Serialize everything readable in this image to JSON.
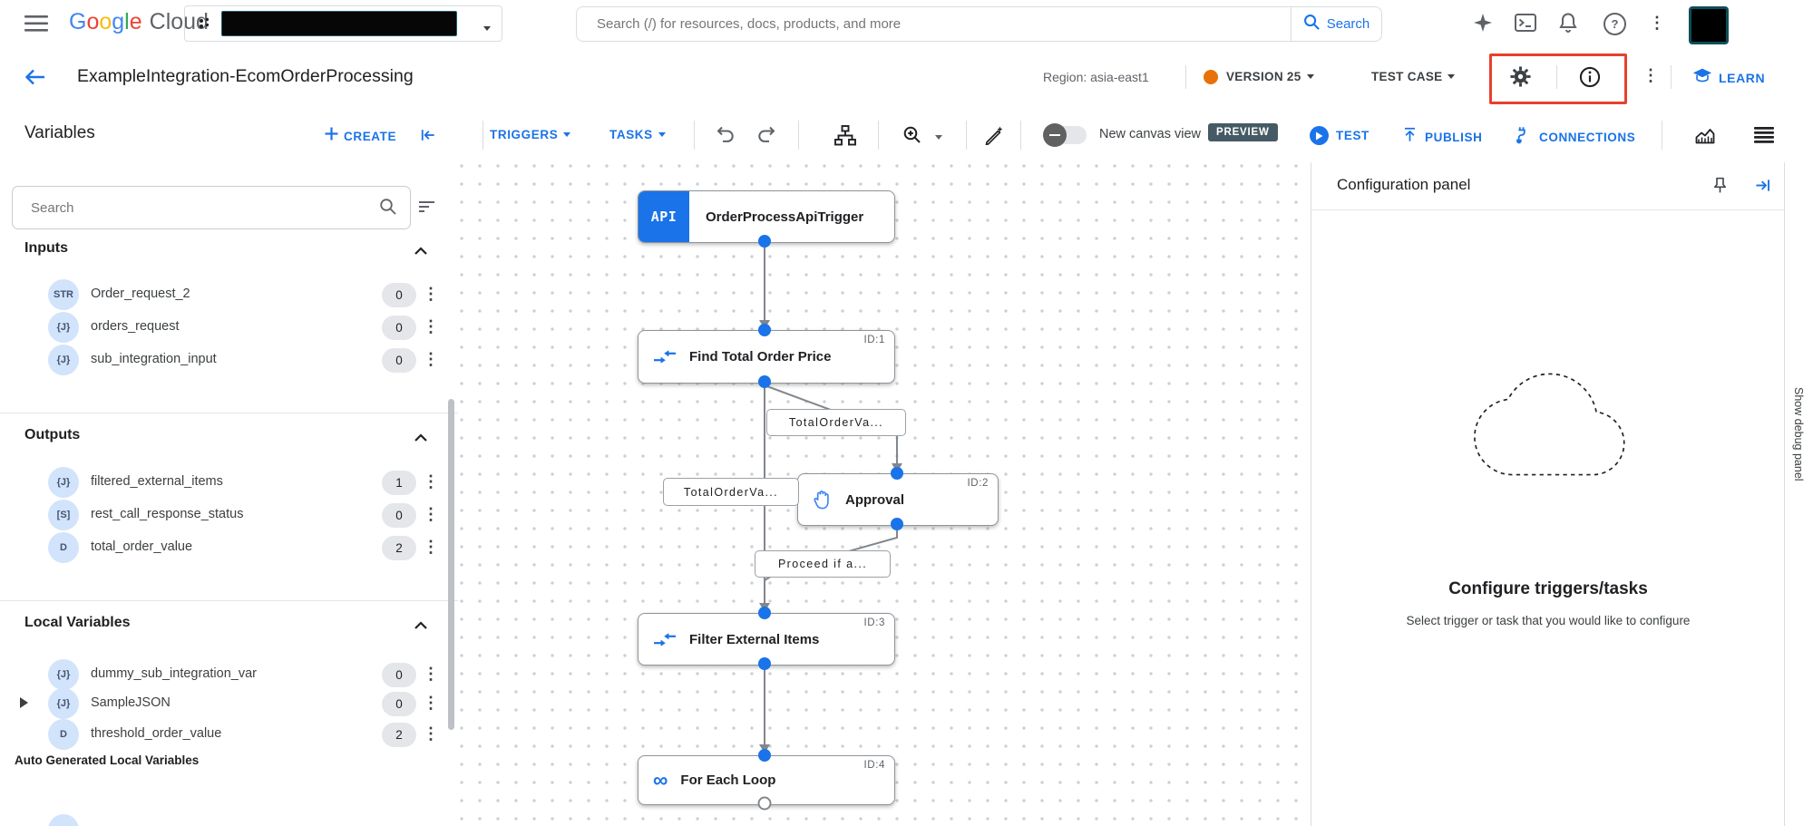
{
  "topbar": {
    "logo_letters": [
      "G",
      "o",
      "o",
      "g",
      "l",
      "e"
    ],
    "logo_cloud": "Cloud",
    "search_placeholder": "Search (/) for resources, docs, products, and more",
    "search_button": "Search"
  },
  "header": {
    "title": "ExampleIntegration-EcomOrderProcessing",
    "region": "Region: asia-east1",
    "version_label": "VERSION 25",
    "test_case_label": "TEST CASE",
    "learn_label": "LEARN"
  },
  "toolbar": {
    "panel_title": "Variables",
    "create_label": "CREATE",
    "triggers_label": "TRIGGERS",
    "tasks_label": "TASKS",
    "canvas_toggle_label": "New canvas view",
    "preview_badge": "PREVIEW",
    "test_label": "TEST",
    "publish_label": "PUBLISH",
    "connections_label": "CONNECTIONS"
  },
  "sidebar": {
    "search_placeholder": "Search",
    "sections": [
      {
        "title": "Inputs",
        "items": [
          {
            "type": "STR",
            "name": "Order_request_2",
            "count": "0"
          },
          {
            "type": "{J}",
            "name": "orders_request",
            "count": "0"
          },
          {
            "type": "{J}",
            "name": "sub_integration_input",
            "count": "0"
          }
        ]
      },
      {
        "title": "Outputs",
        "items": [
          {
            "type": "{J}",
            "name": "filtered_external_items",
            "count": "1"
          },
          {
            "type": "[S]",
            "name": "rest_call_response_status",
            "count": "0"
          },
          {
            "type": "D",
            "name": "total_order_value",
            "count": "2"
          }
        ]
      },
      {
        "title": "Local Variables",
        "items": [
          {
            "type": "{J}",
            "name": "dummy_sub_integration_var",
            "count": "0"
          },
          {
            "type": "{J}",
            "name": "SampleJSON",
            "count": "0"
          },
          {
            "type": "D",
            "name": "threshold_order_value",
            "count": "2"
          }
        ]
      }
    ],
    "auto_generated_title": "Auto Generated Local Variables"
  },
  "canvas": {
    "nodes": {
      "trigger": {
        "icon_text": "API",
        "label": "OrderProcessApiTrigger"
      },
      "find_total": {
        "label": "Find Total Order Price",
        "id": "ID:1"
      },
      "approval": {
        "label": "Approval",
        "id": "ID:2"
      },
      "filter_items": {
        "label": "Filter External Items",
        "id": "ID:3"
      },
      "for_each": {
        "label": "For Each Loop",
        "id": "ID:4"
      }
    },
    "edge_labels": {
      "e1": "TotalOrderVa...",
      "e2": "TotalOrderVa...",
      "e3": "Proceed if a..."
    }
  },
  "config_panel": {
    "title": "Configuration panel",
    "heading": "Configure triggers/tasks",
    "subheading": "Select trigger or task that you would like to configure"
  },
  "debug_strip": {
    "label": "Show debug panel"
  },
  "colors": {
    "accent_blue": "#1a73e8",
    "highlight_red": "#e8402d",
    "version_dot_orange": "#e8710a",
    "preview_badge_bg": "#455a64",
    "type_badge_bg": "#d2e3fc"
  }
}
